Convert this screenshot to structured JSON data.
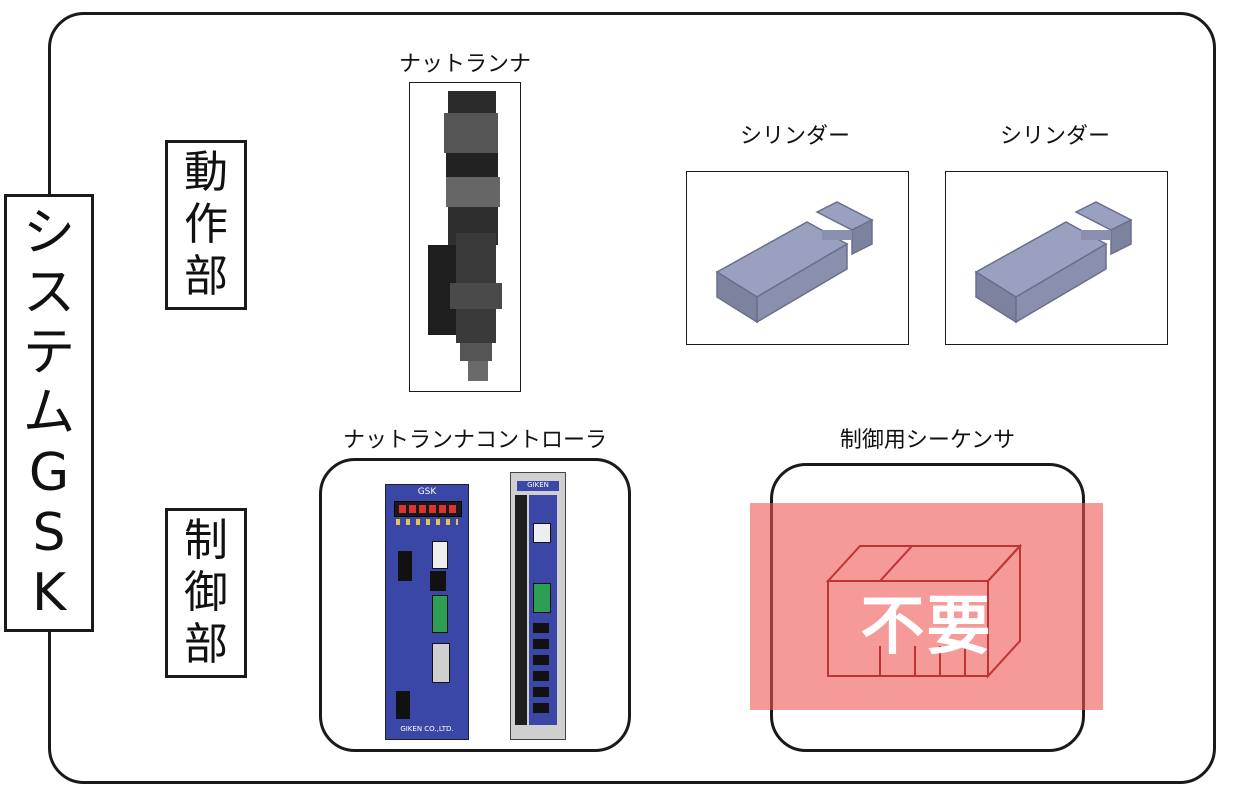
{
  "system_label": [
    "シ",
    "ス",
    "テ",
    "ム",
    "G",
    "S",
    "K"
  ],
  "sections": {
    "operation": [
      "動",
      "作",
      "部"
    ],
    "control": [
      "制",
      "御",
      "部"
    ]
  },
  "captions": {
    "nutrunner": "ナットランナ",
    "cylinder_1": "シリンダー",
    "cylinder_2": "シリンダー",
    "nutrunner_controller": "ナットランナコントローラ",
    "sequencer": "制御用シーケンサ"
  },
  "device_text": {
    "controller_brand": "GSK",
    "controller_maker": "GIKEN CO.,LTD.",
    "side_unit_brand": "GIKEN"
  },
  "sequencer_status": "不要",
  "colors": {
    "overlay": "#ee5555",
    "controller_body": "#3b47a6",
    "cylinder_body": "#8a8fae"
  }
}
